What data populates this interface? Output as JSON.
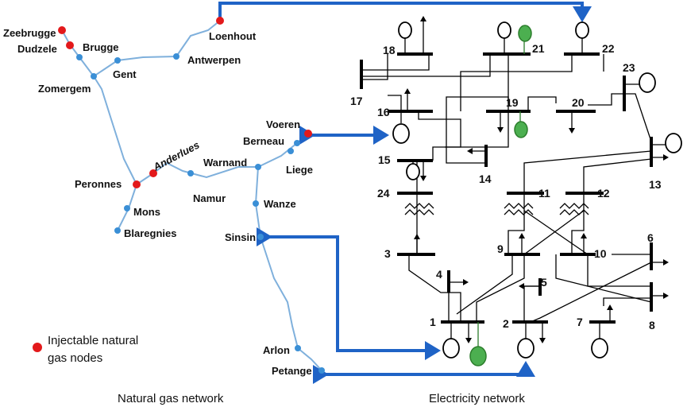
{
  "gas_nodes": {
    "zeebrugge": "Zeebrugge",
    "dudzele": "Dudzele",
    "brugge": "Brugge",
    "gent": "Gent",
    "zomergem": "Zomergem",
    "loenhout": "Loenhout",
    "antwerpen": "Antwerpen",
    "voeren": "Voeren",
    "berneau": "Berneau",
    "anderlues": "Anderlues",
    "warnand": "Warnand",
    "liege": "Liege",
    "peronnes": "Peronnes",
    "namur": "Namur",
    "wanze": "Wanze",
    "mons": "Mons",
    "blaregnies": "Blaregnies",
    "sinsin": "Sinsin",
    "arlon": "Arlon",
    "petange": "Petange"
  },
  "buses": {
    "b1": "1",
    "b2": "2",
    "b3": "3",
    "b4": "4",
    "b5": "5",
    "b6": "6",
    "b7": "7",
    "b8": "8",
    "b9": "9",
    "b10": "10",
    "b11": "11",
    "b12": "12",
    "b13": "13",
    "b14": "14",
    "b15": "15",
    "b16": "16",
    "b17": "17",
    "b18": "18",
    "b19": "19",
    "b20": "20",
    "b21": "21",
    "b22": "22",
    "b23": "23",
    "b24": "24"
  },
  "legend": {
    "line1": "Injectable natural",
    "line2": "gas nodes"
  },
  "captions": {
    "gas": "Natural gas network",
    "electricity": "Electricity network"
  },
  "colors": {
    "pipeline": "#7fb0dc",
    "gas_node": "#3a8fd6",
    "injectable_node": "#e3191b",
    "coupling_link": "#1f63c6",
    "gas_generator": "#4caf50"
  }
}
